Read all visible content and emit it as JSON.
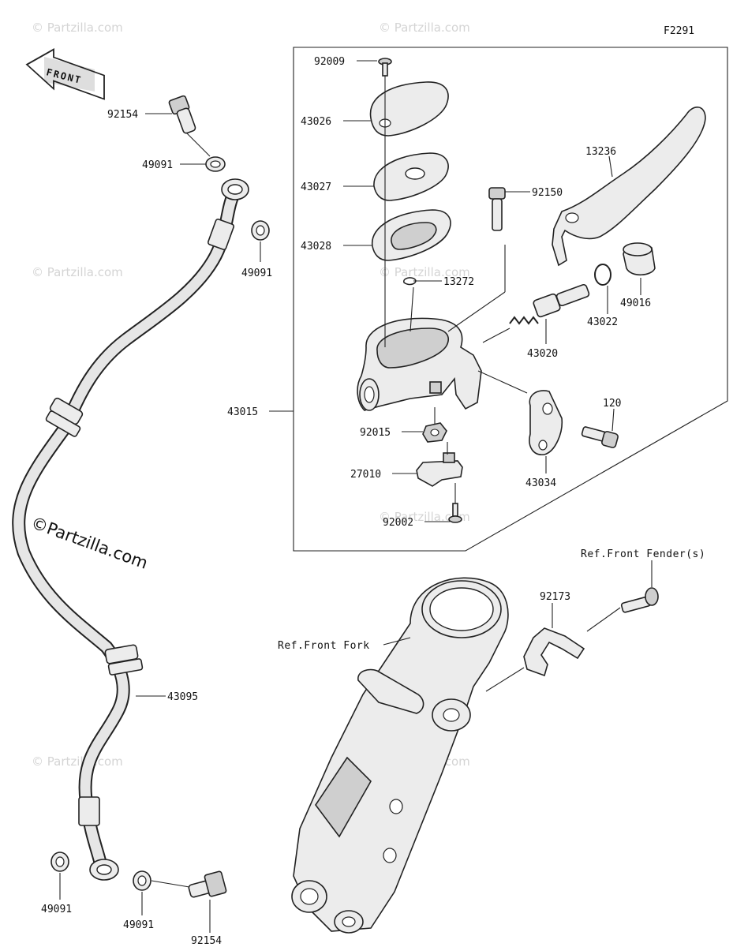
{
  "diagram_code": "F2291",
  "front_label": "FRONT",
  "watermark_small": "© Partzilla.com",
  "watermark_large": "©Partzilla.com",
  "references": {
    "front_fender": "Ref.Front Fender(s)",
    "front_fork": "Ref.Front Fork"
  },
  "parts": {
    "p92009": "92009",
    "p43026": "43026",
    "p43027": "43027",
    "p43028": "43028",
    "p13272": "13272",
    "p43015": "43015",
    "p92015": "92015",
    "p27010": "27010",
    "p92002": "92002",
    "p92150": "92150",
    "p13236": "13236",
    "p49016": "49016",
    "p43022": "43022",
    "p43020": "43020",
    "p120": "120",
    "p43034": "43034",
    "p92173": "92173",
    "p92154_top": "92154",
    "p49091_a": "49091",
    "p49091_b": "49091",
    "p43095": "43095",
    "p49091_c": "49091",
    "p49091_d": "49091",
    "p92154_bottom": "92154"
  },
  "colors": {
    "line": "#222222",
    "fill": "#ececec",
    "watermark": "#d4d4d4"
  }
}
